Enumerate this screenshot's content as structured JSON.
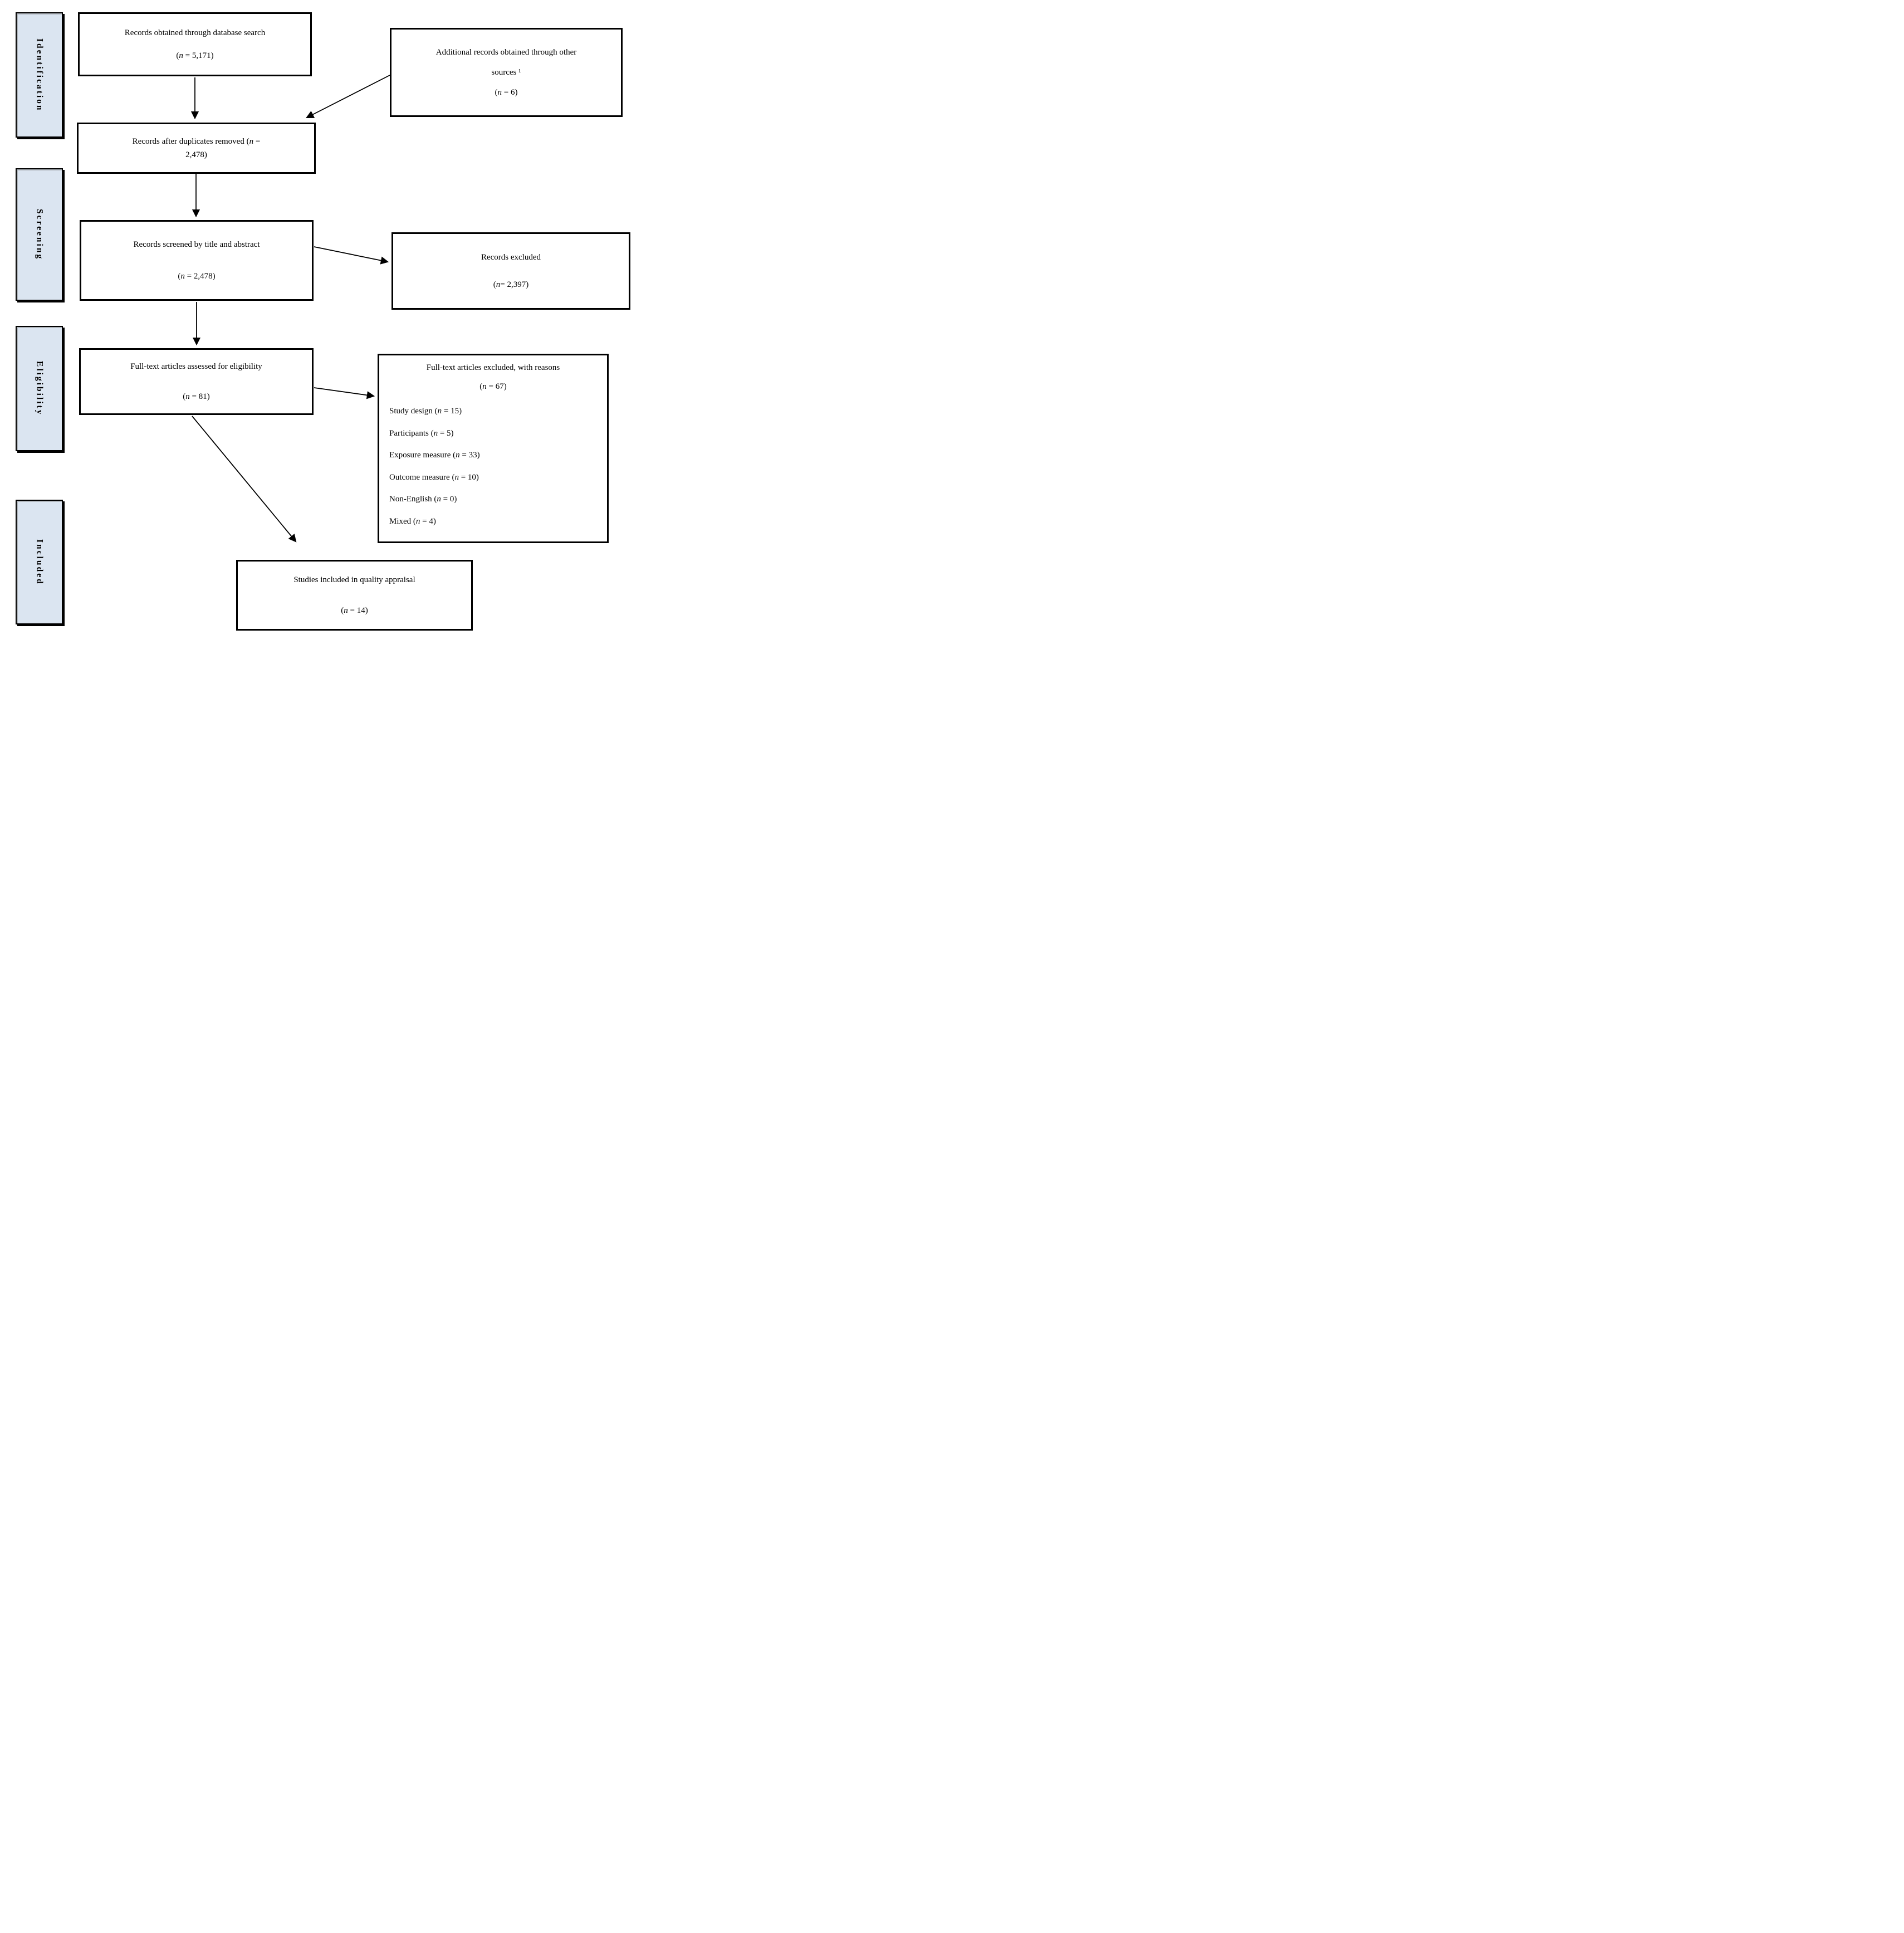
{
  "diagram": {
    "kind": "prisma-flow",
    "colors": {
      "stage_fill": "#dbe5f1",
      "line_color": "#000000",
      "box_fill": "#ffffff"
    },
    "stages": [
      {
        "id": "identification",
        "label": "Identification"
      },
      {
        "id": "screening",
        "label": "Screening"
      },
      {
        "id": "eligibility",
        "label": "Eligibility"
      },
      {
        "id": "included",
        "label": "Included"
      }
    ],
    "boxes": {
      "database_search": {
        "lines": [
          "Records obtained through database search",
          "(n = 5,171)"
        ]
      },
      "additional_sources": {
        "lines": [
          "Additional records obtained through other",
          "sources ¹",
          "(n = 6)"
        ]
      },
      "duplicates_removed": {
        "lines": [
          "Records after duplicates removed (n =",
          "2,478)"
        ]
      },
      "title_abstract_screened": {
        "lines": [
          "Records screened by title and abstract",
          "(n = 2,478)"
        ]
      },
      "records_excluded": {
        "lines": [
          "Records excluded",
          "(n= 2,397)"
        ]
      },
      "fulltext_assessed": {
        "lines": [
          "Full-text articles assessed for eligibility",
          "(n = 81)"
        ]
      },
      "fulltext_excluded": {
        "header_lines": [
          "Full-text articles excluded, with reasons",
          "(n = 67)"
        ],
        "reasons": [
          "Study design (n = 15)",
          "Participants (n = 5)",
          "Exposure measure (n = 33)",
          "Outcome measure (n = 10)",
          "Non-English (n = 0)",
          "Mixed (n = 4)"
        ]
      },
      "quality_appraisal": {
        "lines": [
          "Studies included in quality appraisal",
          "(n = 14)"
        ]
      }
    }
  }
}
